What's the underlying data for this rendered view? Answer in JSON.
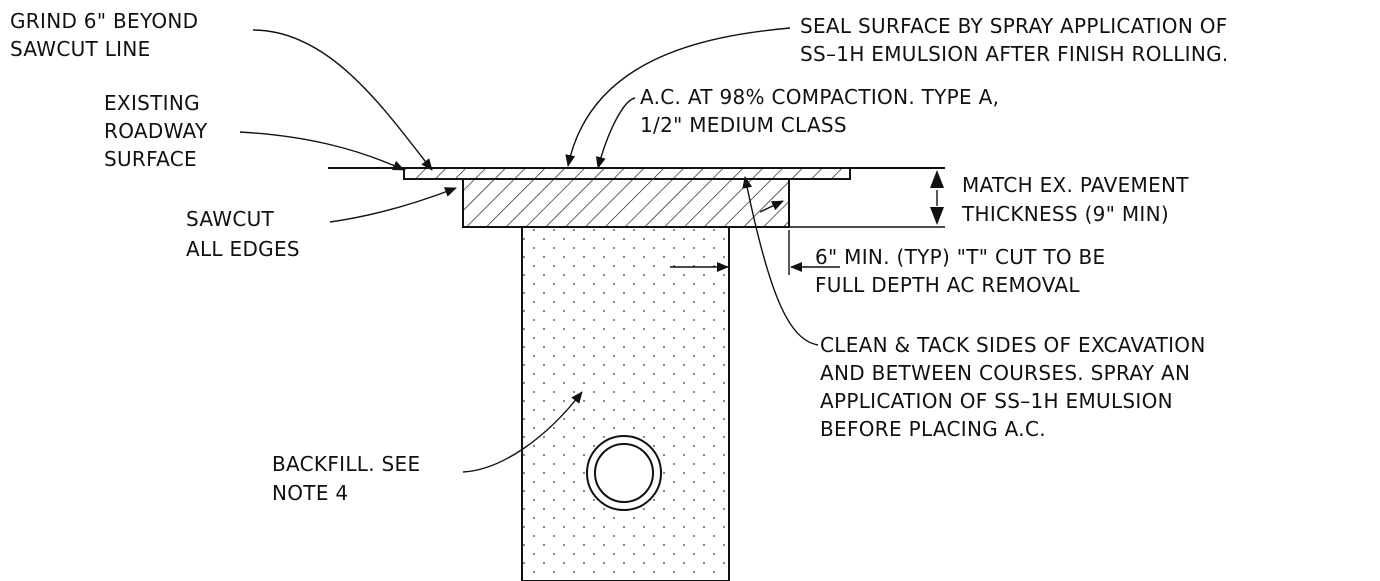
{
  "labels": {
    "grind": [
      "GRIND 6\" BEYOND",
      "SAWCUT LINE"
    ],
    "seal": [
      "SEAL SURFACE BY SPRAY APPLICATION OF",
      "SS–1H EMULSION AFTER FINISH ROLLING."
    ],
    "existing": [
      "EXISTING",
      "ROADWAY",
      "SURFACE"
    ],
    "ac": [
      "A.C. AT 98% COMPACTION. TYPE A,",
      "1/2\" MEDIUM CLASS"
    ],
    "match": [
      "MATCH EX. PAVEMENT",
      "THICKNESS (9\" MIN)"
    ],
    "sawcut": [
      "SAWCUT",
      "ALL EDGES"
    ],
    "tcut": [
      "6\" MIN. (TYP) \"T\" CUT TO BE",
      "FULL DEPTH AC REMOVAL"
    ],
    "clean": [
      "CLEAN & TACK SIDES OF EXCAVATION",
      "AND BETWEEN COURSES. SPRAY AN",
      "APPLICATION OF SS–1H EMULSION",
      "BEFORE PLACING A.C."
    ],
    "backfill": [
      "BACKFILL. SEE",
      "NOTE 4"
    ]
  }
}
